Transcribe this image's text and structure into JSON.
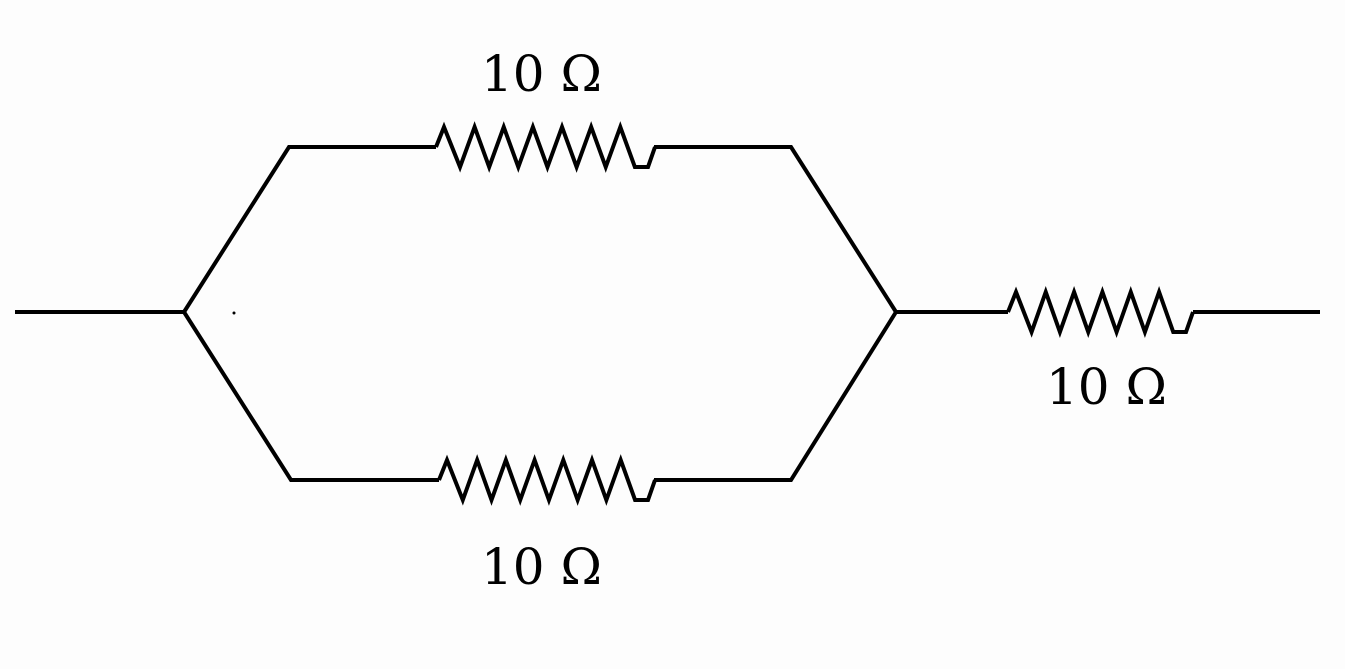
{
  "diagram": {
    "type": "circuit",
    "resistors": [
      {
        "id": "top",
        "label": "10 Ω"
      },
      {
        "id": "bottom",
        "label": "10 Ω"
      },
      {
        "id": "series",
        "label": "10 Ω"
      }
    ],
    "stroke_color": "#000000"
  }
}
